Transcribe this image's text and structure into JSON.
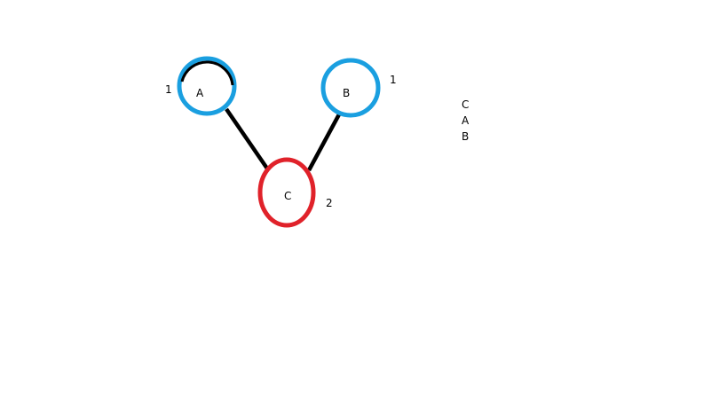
{
  "colors": {
    "background": "#ffffff",
    "edge": "#000000",
    "node_blue": "#1a9fe0",
    "node_red": "#e0222a",
    "text": "#000000"
  },
  "nodes": [
    {
      "id": "A",
      "label": "A",
      "weight": "1",
      "color": "blue"
    },
    {
      "id": "B",
      "label": "B",
      "weight": "1",
      "color": "blue"
    },
    {
      "id": "C",
      "label": "C",
      "weight": "2",
      "color": "red"
    }
  ],
  "edges": [
    {
      "from": "A",
      "to": "C"
    },
    {
      "from": "B",
      "to": "C"
    }
  ],
  "order_list": [
    "C",
    "A",
    "B"
  ]
}
